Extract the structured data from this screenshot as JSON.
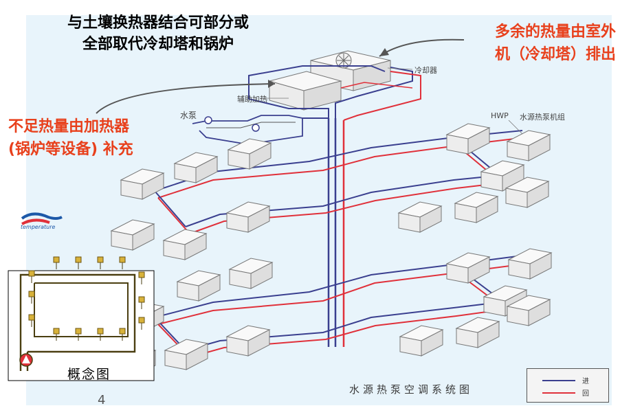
{
  "title_main": [
    "与土壤换热器结合可部分或",
    "全部取代冷却塔和锅炉"
  ],
  "title_right": [
    "多余的热量由室外",
    "机（冷却塔）排出"
  ],
  "title_left": [
    "不足热量由加热器",
    "(锅炉等设备) 补充"
  ],
  "labels": {
    "cooling_tower": "冷却器",
    "aux_heater": "辅助加热",
    "pump": "水泵",
    "hwp": "HWP",
    "heat_pump_unit": "水源热泵机组"
  },
  "diagram_caption": "水源热泵空调系统图",
  "legend": [
    {
      "label": "进",
      "color": "#3a3f8f"
    },
    {
      "label": "回",
      "color": "#e0303a"
    }
  ],
  "inset_caption": "概念图",
  "logo_text": "temperature",
  "page_number": "4",
  "colors": {
    "supply": "#3a3f8f",
    "return": "#e0303a",
    "background_panel": "#e8f4fb",
    "accent_red": "#e8401c",
    "pipe_inset": "#4a3e10",
    "unit_node": "#d8b23a"
  },
  "icons": [
    "logo-icon",
    "pump-icon",
    "arrow-icon"
  ]
}
